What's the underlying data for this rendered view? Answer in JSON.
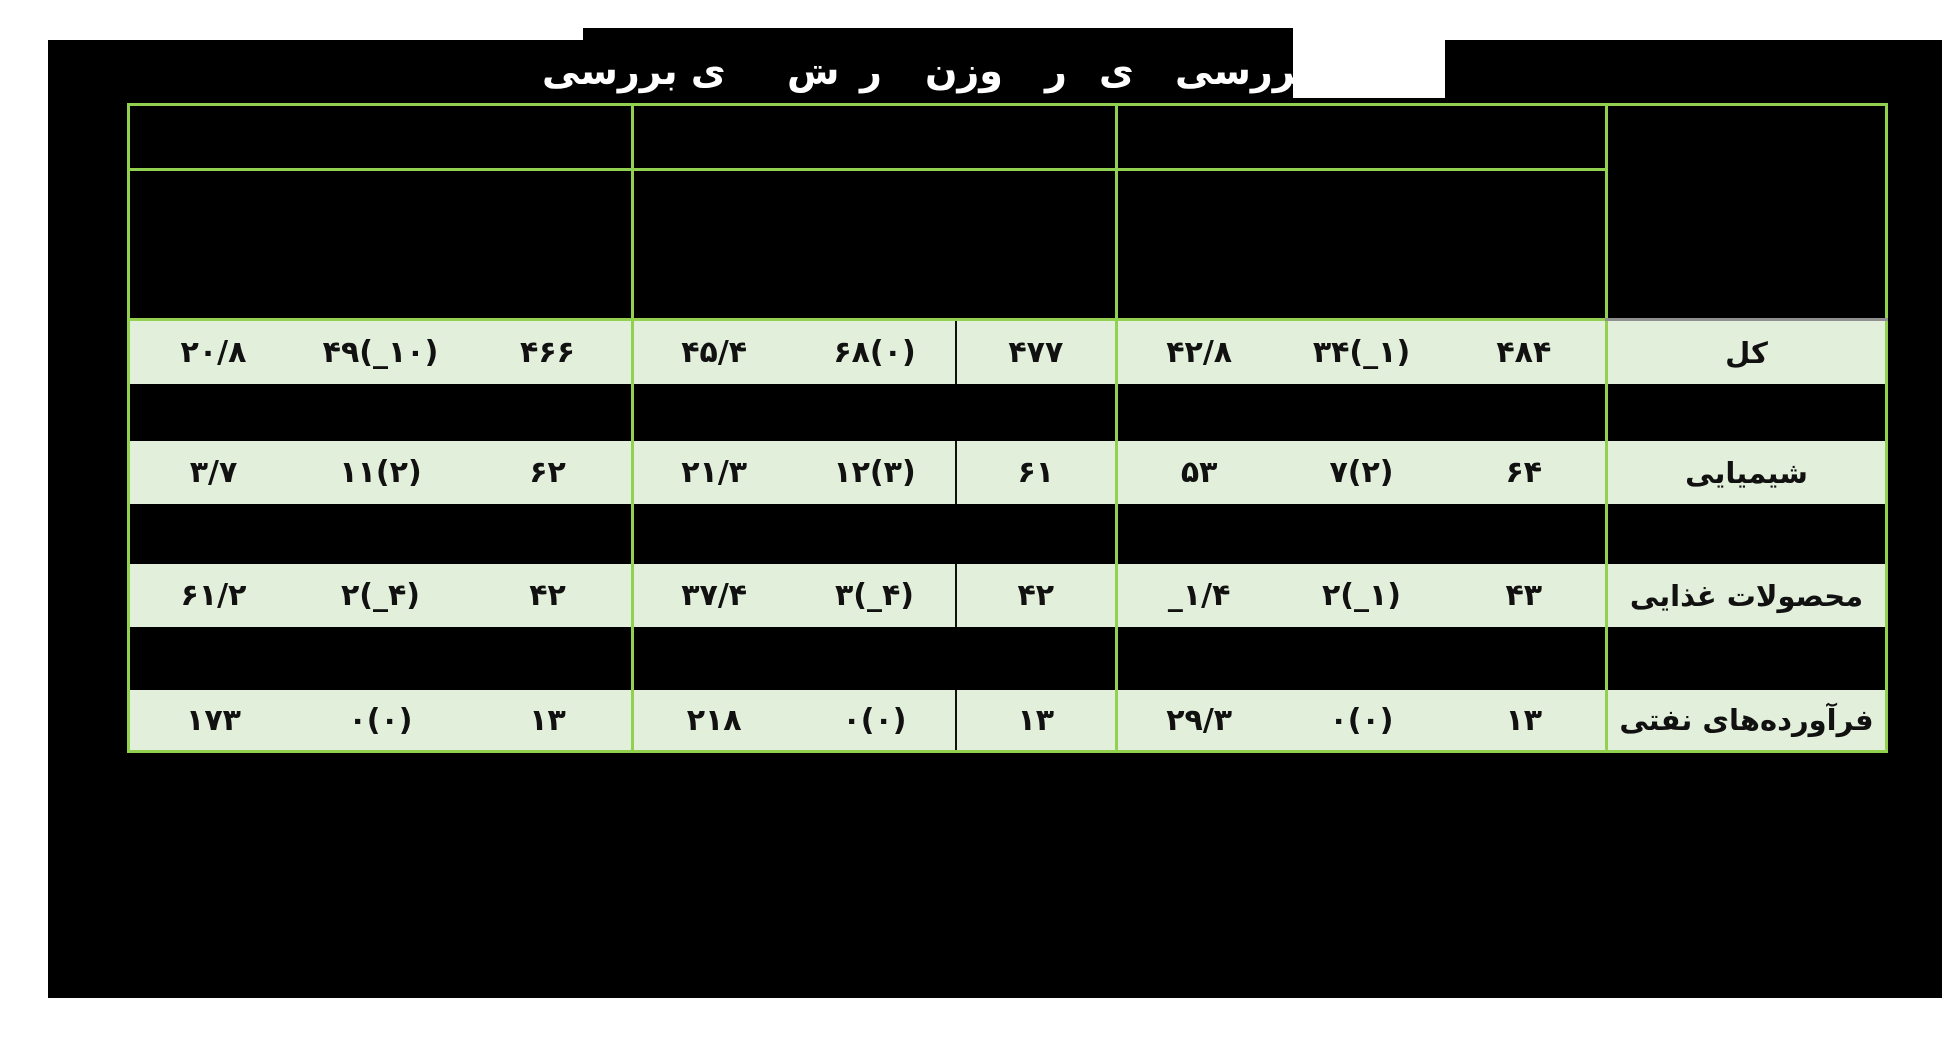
{
  "colors": {
    "redaction_black": "#000000",
    "page_white": "#ffffff",
    "border_green": "#92d050",
    "cell_green": "#e2efda",
    "gray_line": "#909090",
    "text_black": "#111111",
    "title_white": "#ffffff"
  },
  "title": {
    "fragments": [
      {
        "text": "ی بررسی"
      },
      {
        "text": "ش"
      },
      {
        "text": "ر"
      },
      {
        "text": "وزن"
      },
      {
        "text": "ر"
      },
      {
        "text": "ی"
      },
      {
        "text": "بررسی"
      }
    ]
  },
  "table": {
    "labels_column": [
      "کل",
      "شیمیایی",
      "محصولات غذایی",
      "فرآورده‌های نفتی"
    ],
    "rows": [
      {
        "label": "کل",
        "groups": [
          [
            "۲۰/۸",
            "۴۹(_۱۰)",
            "۴۶۶"
          ],
          [
            "۴۵/۴",
            "۶۸(۰)",
            "۴۷۷"
          ],
          [
            "۴۲/۸",
            "۳۴(_۱)",
            "۴۸۴"
          ]
        ]
      },
      {
        "label": "شیمیایی",
        "groups": [
          [
            "۳/۷",
            "۱۱(۲)",
            "۶۲"
          ],
          [
            "۲۱/۳",
            "۱۲(۳)",
            "۶۱"
          ],
          [
            "۵۳",
            "۷(۲)",
            "۶۴"
          ]
        ]
      },
      {
        "label": "محصولات غذایی",
        "groups": [
          [
            "۶۱/۲",
            "۲(_۴)",
            "۴۲"
          ],
          [
            "۳۷/۴",
            "۳(_۴)",
            "۴۲"
          ],
          [
            "_۱/۴",
            "۲(_۱)",
            "۴۳"
          ]
        ]
      },
      {
        "label": "فرآورده‌های نفتی",
        "groups": [
          [
            "۱۷۳",
            "۰(۰)",
            "۱۳"
          ],
          [
            "۲۱۸",
            "۰(۰)",
            "۱۳"
          ],
          [
            "۲۹/۳",
            "۰(۰)",
            "۱۳"
          ]
        ]
      }
    ]
  }
}
